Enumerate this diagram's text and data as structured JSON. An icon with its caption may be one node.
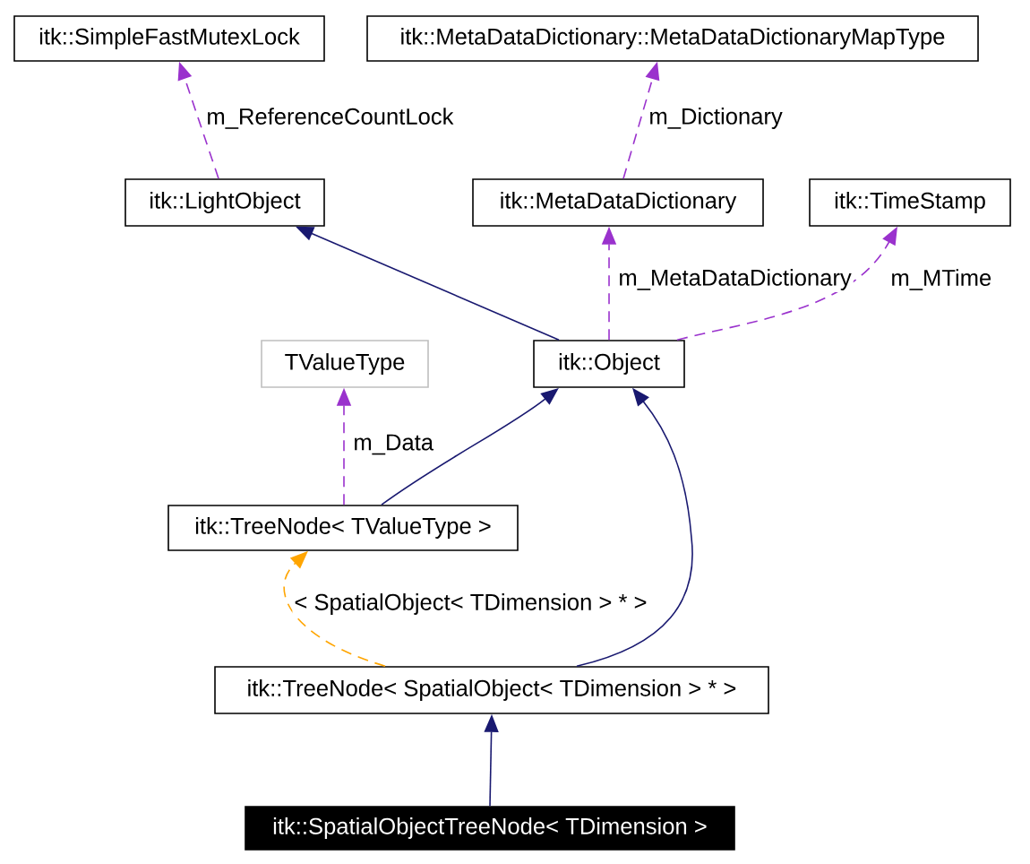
{
  "diagram": {
    "nodes": [
      {
        "text": [
          "itk::SimpleFastMutexLock"
        ]
      },
      {
        "text": [
          "itk::MetaDataDictionary::MetaDataDictionaryMapType"
        ]
      },
      {
        "text": [
          "itk::LightObject"
        ]
      },
      {
        "text": [
          "itk::MetaDataDictionary"
        ]
      },
      {
        "text": [
          "itk::TimeStamp"
        ]
      },
      {
        "text": [
          "TValueType"
        ]
      },
      {
        "text": [
          "itk::Object"
        ]
      },
      {
        "text": [
          "itk::TreeNode< TValueType >"
        ]
      },
      {
        "text": [
          "itk::TreeNode< SpatialObject< TDimension > * >"
        ]
      },
      {
        "text": [
          "itk::SpatialObjectTreeNode< TDimension >"
        ]
      }
    ],
    "edges": [
      {
        "from": 2,
        "to": 0,
        "arrow": "to",
        "label": "m_ReferenceCountLock",
        "style": "dashed"
      },
      {
        "from": 3,
        "to": 1,
        "arrow": "to",
        "label": "m_Dictionary",
        "style": "dashed"
      },
      {
        "from": 6,
        "to": 2,
        "arrow": "to",
        "color": "#191970"
      },
      {
        "from": 6,
        "to": 3,
        "arrow": "to",
        "label": "m_MetaDataDictionary",
        "style": "dashed"
      },
      {
        "from": 6,
        "to": 4,
        "arrow": "to",
        "label": "m_MTime",
        "style": "dashed"
      },
      {
        "from": 7,
        "to": 5,
        "arrow": "to",
        "label": "m_Data",
        "style": "dashed"
      },
      {
        "from": 7,
        "to": 6,
        "arrow": "to",
        "color": "#191970"
      },
      {
        "from": 8,
        "to": 7,
        "arrow": "to",
        "label": "< SpatialObject< TDimension > * >",
        "style": "dashed",
        "color": "#ffa500"
      },
      {
        "from": 8,
        "to": 6,
        "arrow": "to",
        "color": "#191970"
      },
      {
        "from": 9,
        "to": 8,
        "arrow": "to",
        "color": "#191970"
      }
    ]
  }
}
